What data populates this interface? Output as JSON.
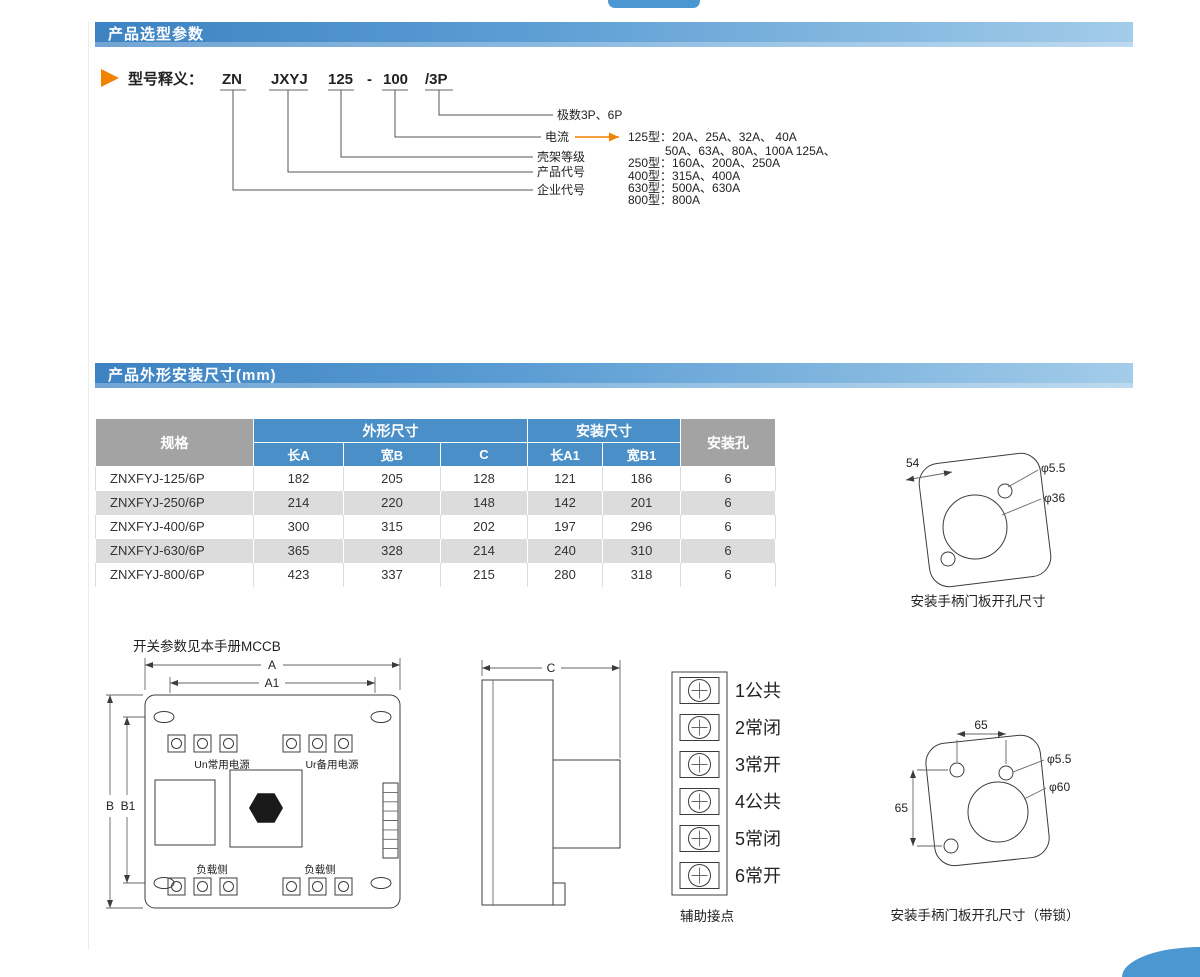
{
  "colors": {
    "header_bar_blue": "#3d82c2",
    "table_header_blue": "#4a8fc7",
    "table_header_gray": "#a3a3a3",
    "row_alt_gray": "#dcdcdc",
    "accent_orange": "#f08300",
    "deco_blue": "#4b97d2"
  },
  "page": {
    "section1_title": "产品选型参数",
    "section2_title": "产品外形安装尺寸(mm)"
  },
  "model_legend": {
    "label": "型号释义：",
    "parts": {
      "p1": "ZN",
      "p2": "JXYJ",
      "p3": "125",
      "dash": "-",
      "p4": "100",
      "p5": "/3P"
    },
    "callouts": {
      "poles": "极数3P、6P",
      "current": "电流",
      "frame": "壳架等级",
      "product_code": "产品代号",
      "company_code": "企业代号"
    },
    "ratings": {
      "line1": "125型：20A、25A、32A、 40A",
      "line2": "50A、63A、80A、100A 125A、",
      "line3": "250型：160A、200A、250A",
      "line4": "400型：315A、400A",
      "line5": "630型：500A、630A",
      "line6": "800型：800A"
    }
  },
  "dim_table": {
    "header": {
      "spec": "规格",
      "outline": "外形尺寸",
      "install": "安装尺寸",
      "holes": "安装孔",
      "len_a": "长A",
      "width_b": "宽B",
      "c": "C",
      "len_a1": "长A1",
      "width_b1": "宽B1"
    },
    "rows": [
      [
        "ZNXFYJ-125/6P",
        "182",
        "205",
        "128",
        "121",
        "186",
        "6"
      ],
      [
        "ZNXFYJ-250/6P",
        "214",
        "220",
        "148",
        "142",
        "201",
        "6"
      ],
      [
        "ZNXFYJ-400/6P",
        "300",
        "315",
        "202",
        "197",
        "296",
        "6"
      ],
      [
        "ZNXFYJ-630/6P",
        "365",
        "328",
        "214",
        "240",
        "310",
        "6"
      ],
      [
        "ZNXFYJ-800/6P",
        "423",
        "337",
        "215",
        "280",
        "318",
        "6"
      ]
    ]
  },
  "panel_hole_top": {
    "dim": "54",
    "phi_small": "φ5.5",
    "phi_big": "φ36",
    "caption": "安装手柄门板开孔尺寸"
  },
  "front_view": {
    "note": "开关参数见本手册MCCB",
    "dim_a": "A",
    "dim_a1": "A1",
    "dim_b": "B",
    "dim_b1": "B1",
    "label_un": "Un常用电源",
    "label_ur": "Ur备用电源",
    "label_load": "负载侧"
  },
  "side_view": {
    "dim_c": "C"
  },
  "aux_contacts": {
    "terminals": [
      "1公共",
      "2常闭",
      "3常开",
      "4公共",
      "5常闭",
      "6常开"
    ],
    "caption": "辅助接点"
  },
  "panel_hole_bottom": {
    "dim_h": "65",
    "dim_v": "65",
    "phi_small": "φ5.5",
    "phi_big": "φ60",
    "caption": "安装手柄门板开孔尺寸（带锁）"
  }
}
